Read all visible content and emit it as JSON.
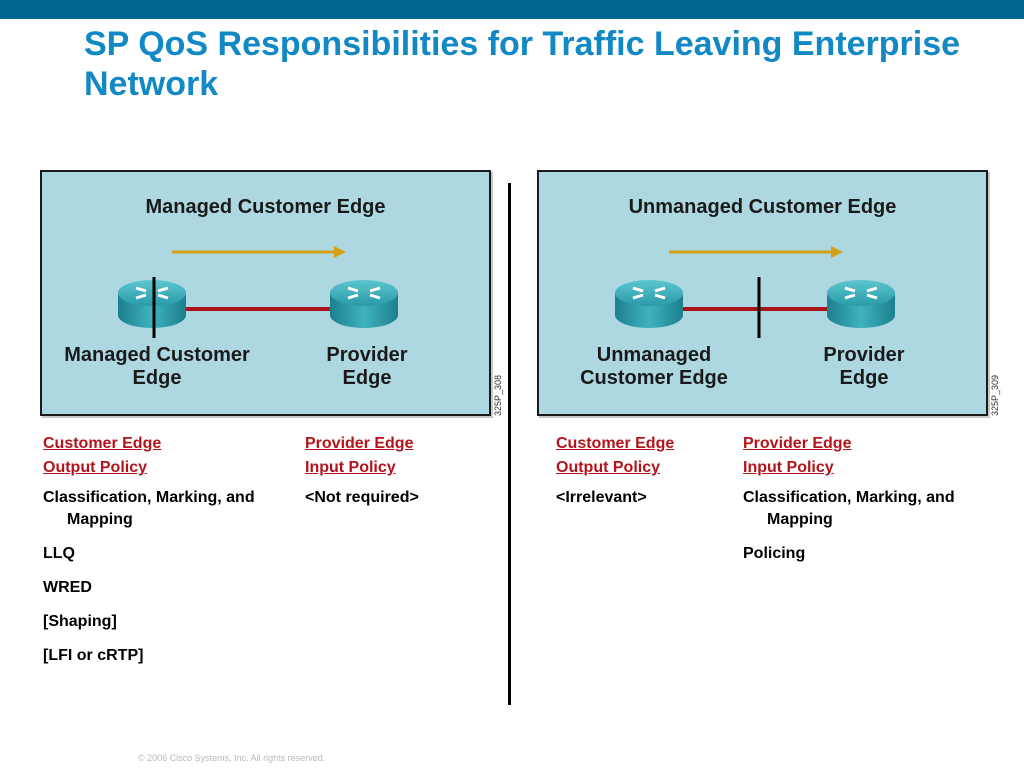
{
  "slide": {
    "title": "SP QoS Responsibilities for Traffic Leaving Enterprise Network",
    "footer": "© 2006 Cisco Systems, Inc. All rights reserved."
  },
  "left_panel": {
    "title": "Managed Customer Edge",
    "router_left_label": "Managed Customer Edge",
    "router_right_label": "Provider Edge",
    "code": "325P_308"
  },
  "right_panel": {
    "title": "Unmanaged Customer Edge",
    "router_left_label": "Unmanaged Customer Edge",
    "router_right_label": "Provider Edge",
    "code": "325P_309"
  },
  "columns": {
    "left_ce": {
      "heading_line1": "Customer Edge",
      "heading_line2": "Output Policy",
      "items": [
        "Classification, Marking, and Mapping",
        "LLQ",
        "WRED",
        "[Shaping]",
        "[LFI or cRTP]"
      ]
    },
    "left_pe": {
      "heading_line1": "Provider Edge",
      "heading_line2": "Input Policy",
      "items": [
        "<Not required>"
      ]
    },
    "right_ce": {
      "heading_line1": "Customer Edge",
      "heading_line2": "Output Policy",
      "items": [
        "<Irrelevant>"
      ]
    },
    "right_pe": {
      "heading_line1": "Provider Edge",
      "heading_line2": "Input Policy",
      "items": [
        "Classification, Marking, and Mapping",
        "Policing"
      ]
    }
  },
  "colors": {
    "topbar": "#006691",
    "title": "#1288c4",
    "panel_bg": "#add8e2",
    "link": "#b3141b",
    "arrow": "#d4a017",
    "router": "#1f8a9a"
  },
  "icons": [
    "router-icon",
    "flow-arrow-icon",
    "policy-boundary-icon"
  ]
}
